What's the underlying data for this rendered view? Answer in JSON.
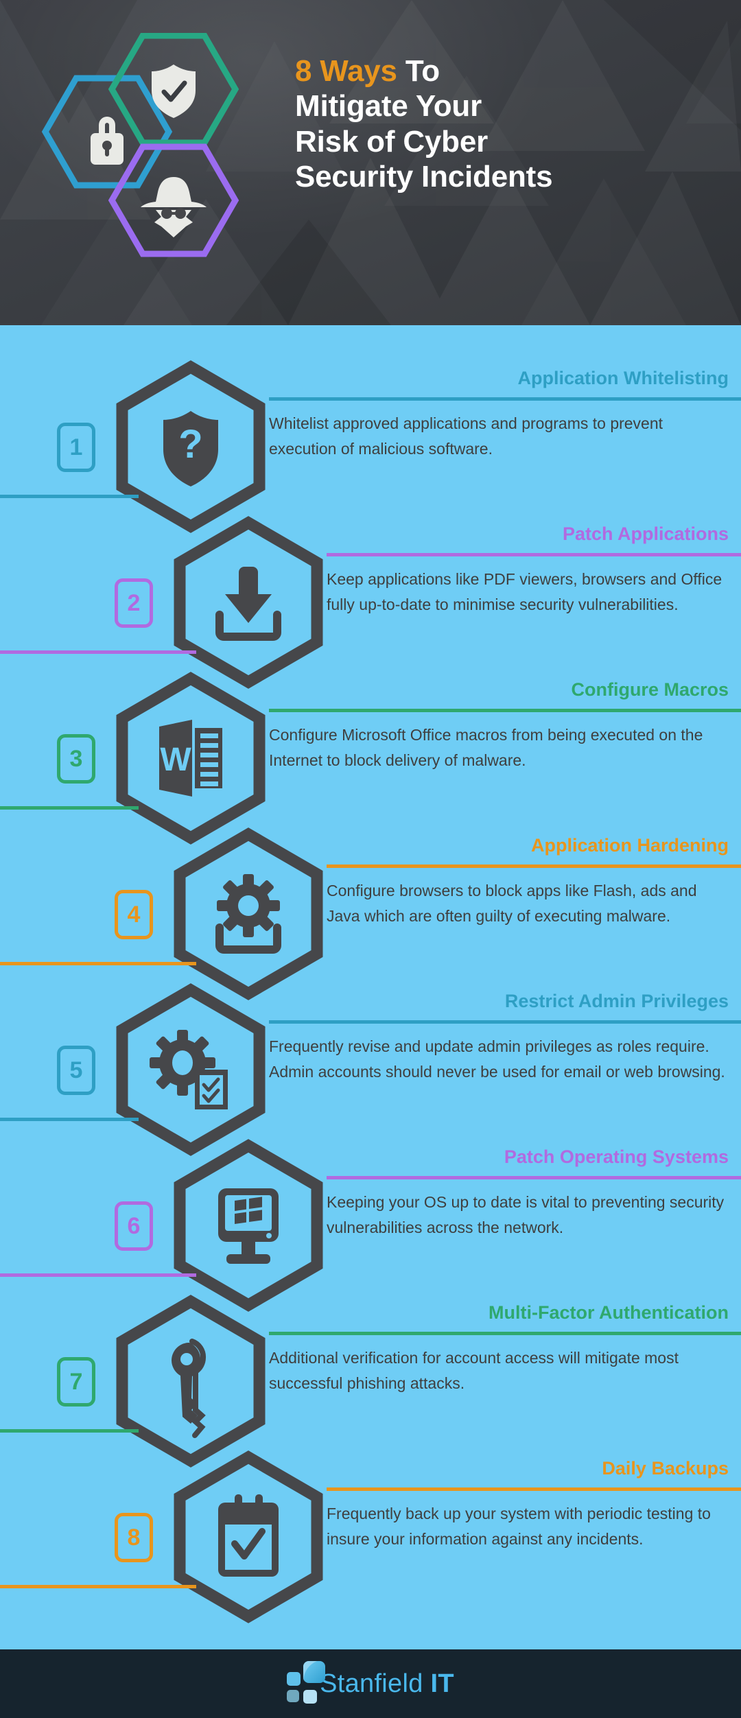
{
  "header": {
    "title_accent": "8 Ways",
    "title_rest": " To",
    "title_line2": "Mitigate Your",
    "title_line3": "Risk of Cyber",
    "title_line4": "Security Incidents",
    "accent_color": "#e8951d",
    "background_color": "#3a3d42",
    "hexagons": [
      {
        "icon": "lock-icon",
        "stroke": "#2f9fd0"
      },
      {
        "icon": "shield-check-icon",
        "stroke": "#27a884"
      },
      {
        "icon": "spy-incognito-icon",
        "stroke": "#9b6cf0"
      }
    ]
  },
  "body": {
    "background_color": "#6fcdf5",
    "hex_color": "#46474a"
  },
  "steps": [
    {
      "number": "1",
      "heading": "Application Whitelisting",
      "description": "Whitelist approved applications and programs to prevent execution of malicious software.",
      "color": "#2e9fc4",
      "icon": "shield-question-icon",
      "side": "left"
    },
    {
      "number": "2",
      "heading": "Patch Applications",
      "description": "Keep applications like PDF viewers, browsers and Office fully up-to-date to minimise security vulnerabilities.",
      "color": "#b16ae0",
      "icon": "download-icon",
      "side": "right"
    },
    {
      "number": "3",
      "heading": "Configure Macros",
      "description": "Configure Microsoft Office macros from being executed on the Internet to block delivery of malware.",
      "color": "#2fa86e",
      "icon": "word-document-icon",
      "side": "left"
    },
    {
      "number": "4",
      "heading": "Application Hardening",
      "description": "Configure browsers to block apps like Flash, ads and Java which are often guilty of executing malware.",
      "color": "#e8951d",
      "icon": "gear-download-icon",
      "side": "right"
    },
    {
      "number": "5",
      "heading": "Restrict Admin Privileges",
      "description": "Frequently revise and update admin privileges as roles require. Admin accounts should never be used for email or web browsing.",
      "color": "#2e9fc4",
      "icon": "gear-checklist-icon",
      "side": "left"
    },
    {
      "number": "6",
      "heading": "Patch Operating Systems",
      "description": "Keeping your OS up to date is vital to preventing security vulnerabilities across the network.",
      "color": "#b16ae0",
      "icon": "windows-monitor-icon",
      "side": "right"
    },
    {
      "number": "7",
      "heading": "Multi-Factor Authentication",
      "description": "Additional verification for account access will mitigate most successful phishing attacks.",
      "color": "#2fa86e",
      "icon": "keys-icon",
      "side": "left"
    },
    {
      "number": "8",
      "heading": "Daily Backups",
      "description": "Frequently back up your system with periodic testing to insure your information against any incidents.",
      "color": "#e8951d",
      "icon": "calendar-check-icon",
      "side": "right"
    }
  ],
  "footer": {
    "brand_name": "Stanfield",
    "brand_suffix": "IT",
    "background_color": "#16242e",
    "brand_color": "#4ab8ec"
  }
}
